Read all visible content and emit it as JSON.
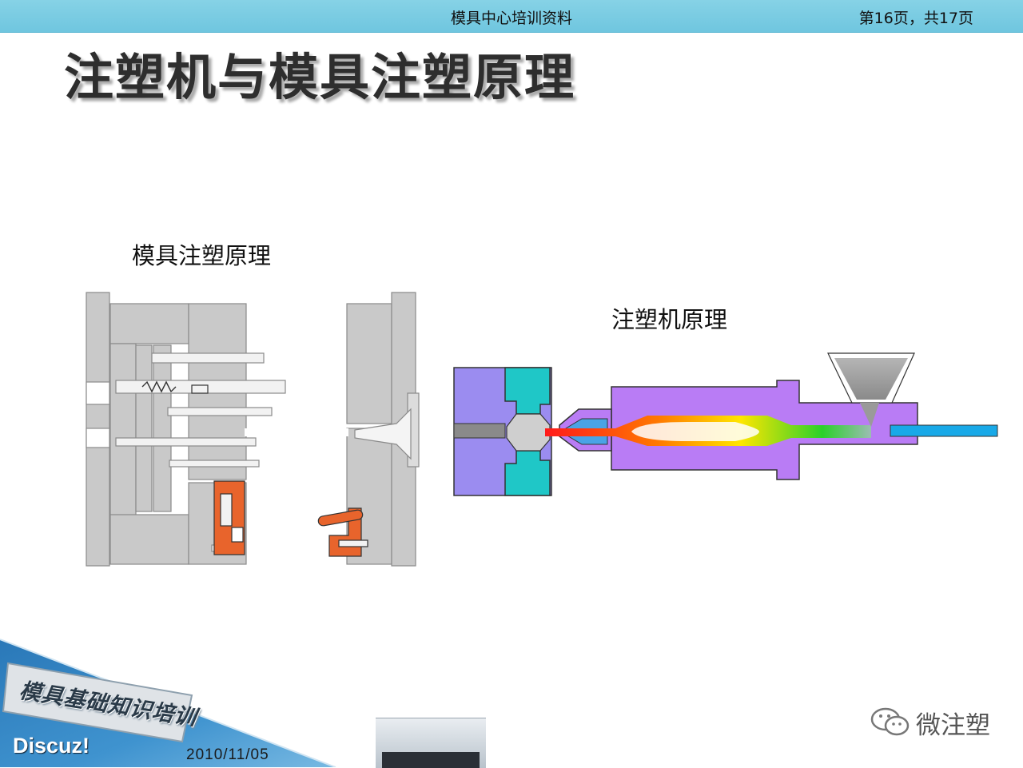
{
  "header": {
    "center_title": "模具中心培训资料",
    "page_indicator": "第16页，共17页"
  },
  "slide": {
    "title": "注塑机与模具注塑原理",
    "mold_label": "模具注塑原理",
    "machine_label": "注塑机原理"
  },
  "footer": {
    "banner_text": "模具基础知识培训",
    "forum_brand": "Discuz!",
    "date": "2010/11/05",
    "watermark": "微注塑"
  },
  "colors": {
    "topbar": "#7ccde3",
    "mold_gray": "#c8c8c8",
    "mold_orange": "#e8642c",
    "platen_purple": "#9b8cf0",
    "mold_cyan": "#1fc7c7",
    "barrel_violet": "#b97cf5",
    "screw_blue": "#18a9e8"
  },
  "icons": [
    "wechat-icon"
  ]
}
